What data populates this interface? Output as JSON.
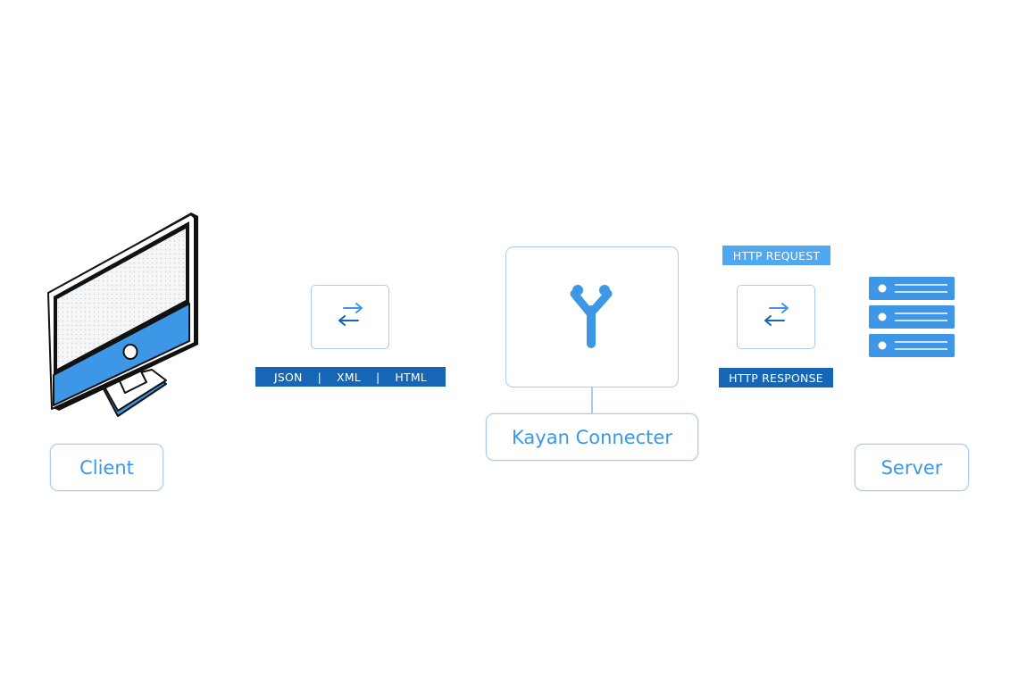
{
  "client": {
    "label": "Client",
    "icon": "monitor-icon"
  },
  "client_link": {
    "icon": "bidirectional-arrow-icon",
    "formats": [
      "JSON",
      "XML",
      "HTML"
    ],
    "separator": "|"
  },
  "connector": {
    "label": "Kayan Connecter",
    "icon": "kayan-logo-icon"
  },
  "server_link": {
    "icon": "bidirectional-arrow-icon",
    "request_label": "HTTP REQUEST",
    "response_label": "HTTP RESPONSE"
  },
  "server": {
    "label": "Server",
    "icon": "server-stack-icon"
  },
  "colors": {
    "accent": "#3d97e6",
    "outline": "#a9cdee",
    "dark_blue": "#1766b5",
    "light_blue": "#4ea8f2"
  }
}
